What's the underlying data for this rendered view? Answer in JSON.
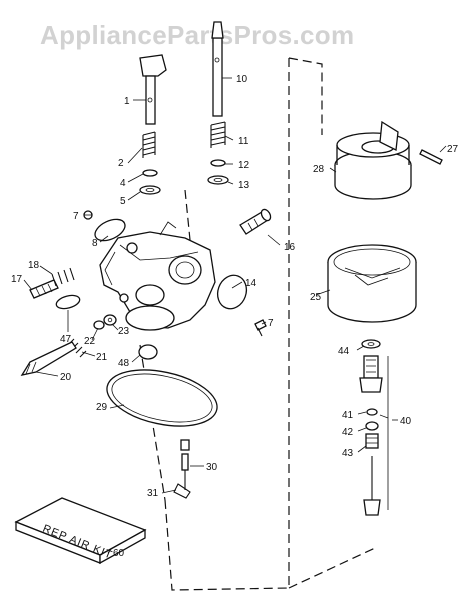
{
  "watermark": "AppliancePartsPros.com",
  "repair_kit_label": "REP AIR KIT",
  "labels": {
    "p1": "1",
    "p2": "2",
    "p4": "4",
    "p5": "5",
    "p7a": "7",
    "p7b": "7",
    "p8": "8",
    "p10": "10",
    "p11": "11",
    "p12": "12",
    "p13": "13",
    "p14": "14",
    "p16": "16",
    "p17": "17",
    "p18": "18",
    "p20": "20",
    "p21": "21",
    "p22": "22",
    "p23": "23",
    "p25": "25",
    "p27": "27",
    "p28": "28",
    "p29": "29",
    "p30": "30",
    "p31": "31",
    "p40": "40",
    "p41": "41",
    "p42": "42",
    "p43": "43",
    "p44": "44",
    "p47": "47",
    "p48": "48",
    "p60": "60"
  }
}
